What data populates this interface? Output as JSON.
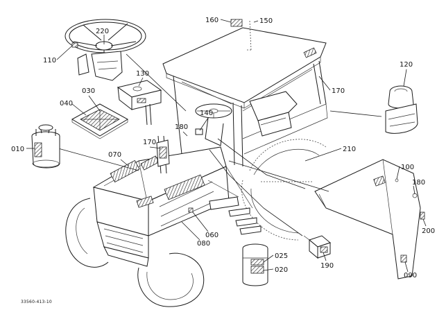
{
  "diagram": {
    "reference_code": "33560-413-10",
    "part_labels": [
      {
        "id": "p010",
        "text": "010"
      },
      {
        "id": "p020",
        "text": "020"
      },
      {
        "id": "p025",
        "text": "025"
      },
      {
        "id": "p030",
        "text": "030"
      },
      {
        "id": "p040",
        "text": "040"
      },
      {
        "id": "p060",
        "text": "060"
      },
      {
        "id": "p070",
        "text": "070"
      },
      {
        "id": "p080",
        "text": "080"
      },
      {
        "id": "p090",
        "text": "090"
      },
      {
        "id": "p100",
        "text": "100"
      },
      {
        "id": "p110",
        "text": "110"
      },
      {
        "id": "p120",
        "text": "120"
      },
      {
        "id": "p130",
        "text": "130"
      },
      {
        "id": "p140",
        "text": "140"
      },
      {
        "id": "p150",
        "text": "150"
      },
      {
        "id": "p160",
        "text": "160"
      },
      {
        "id": "p170a",
        "text": "170"
      },
      {
        "id": "p170b",
        "text": "170"
      },
      {
        "id": "p180a",
        "text": "180"
      },
      {
        "id": "p180b",
        "text": "180"
      },
      {
        "id": "p190",
        "text": "190"
      },
      {
        "id": "p200",
        "text": "200"
      },
      {
        "id": "p210",
        "text": "210"
      },
      {
        "id": "p220",
        "text": "220"
      }
    ]
  }
}
